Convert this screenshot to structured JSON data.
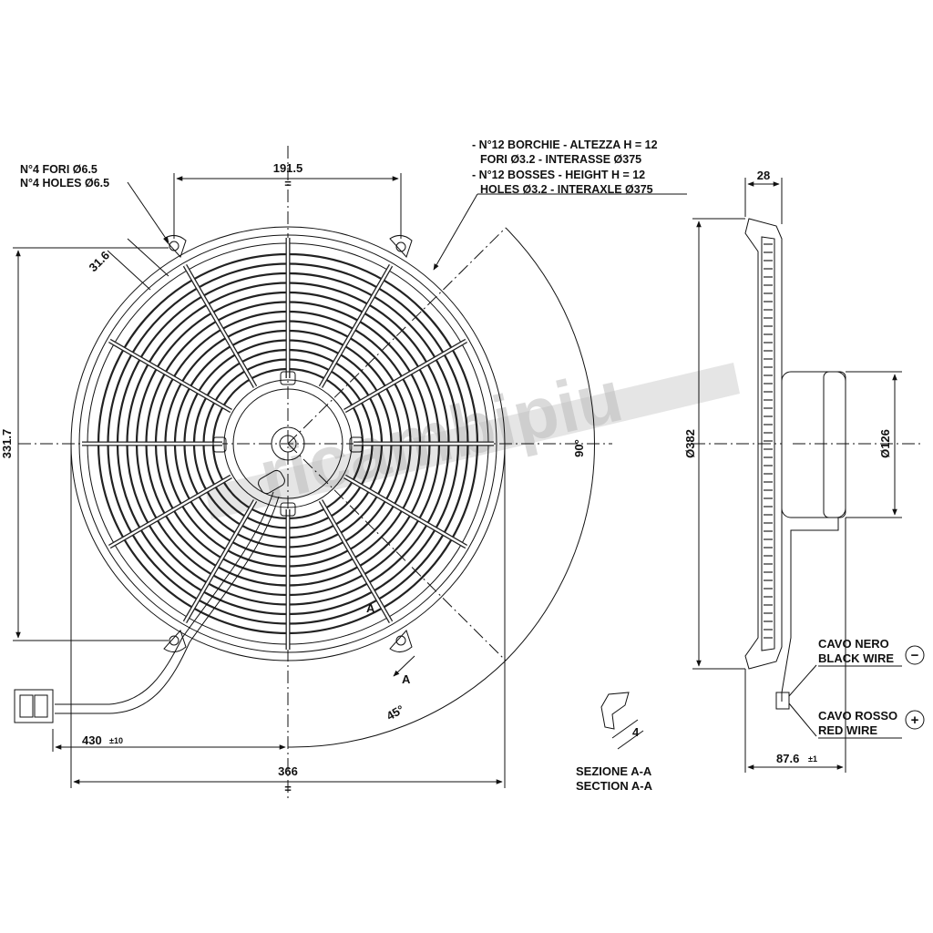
{
  "front_view": {
    "dim_top_holes": "191.5",
    "dim_boss_spacing": "31.6",
    "dim_height": "331.7",
    "dim_width": "366",
    "dim_cable_value": "430",
    "dim_cable_tol": "±10",
    "angle_90": "90°",
    "angle_45": "45°",
    "section_marker": "A",
    "section_marker_2": "A",
    "equal_mark": "="
  },
  "notes": {
    "holes_it": "N°4 FORI Ø6.5",
    "holes_en": "N°4 HOLES Ø6.5",
    "bosses_it_1": "- N°12 BORCHIE - ALTEZZA H = 12",
    "bosses_it_2": "FORI Ø3.2 - INTERASSE Ø375",
    "bosses_en_1": "- N°12 BOSSES - HEIGHT H = 12",
    "bosses_en_2": "HOLES Ø3.2 - INTERAXLE Ø375"
  },
  "side_view": {
    "dim_depth_top": "28",
    "dim_diameter_382": "Ø382",
    "dim_diameter_126": "Ø126",
    "dim_depth_value": "87.6",
    "dim_depth_tol": "±1",
    "black_wire_it": "CAVO NERO",
    "black_wire_en": "BLACK WIRE",
    "red_wire_it": "CAVO ROSSO",
    "red_wire_en": "RED WIRE",
    "minus_symbol": "−",
    "plus_symbol": "+"
  },
  "section": {
    "dim_value": "4",
    "label_it": "SEZIONE A-A",
    "label_en": "SECTION A-A"
  },
  "watermark": {
    "text": "ricambipiu"
  }
}
